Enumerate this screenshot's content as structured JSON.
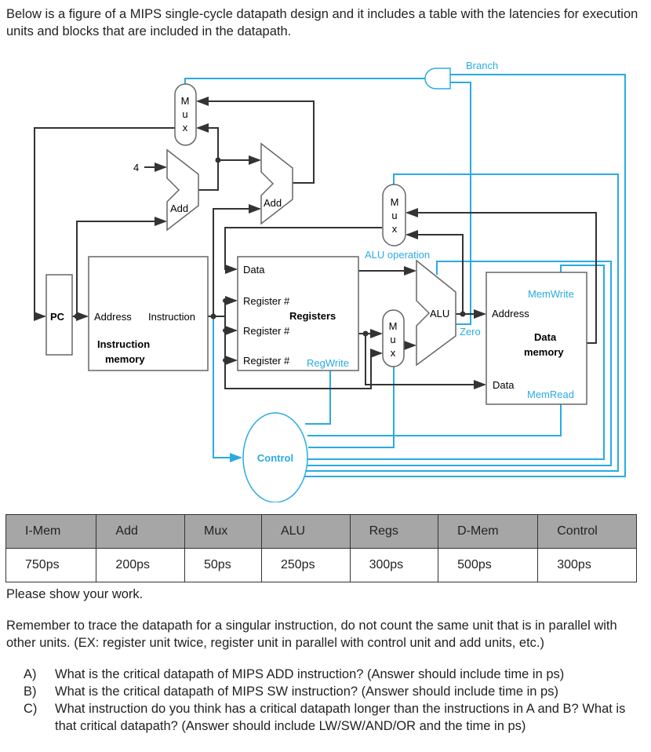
{
  "intro": "Below is a figure of a MIPS single-cycle datapath design and it includes a table with the latencies for execution units and blocks that are included in the datapath.",
  "diagram": {
    "mux": [
      "M",
      "u",
      "x"
    ],
    "four": "4",
    "add": "Add",
    "pc": "PC",
    "address": "Address",
    "instruction": "Instruction",
    "imem1": "Instruction",
    "imem2": "memory",
    "data": "Data",
    "register": "Register #",
    "registers": "Registers",
    "regwrite": "RegWrite",
    "alu_op": "ALU operation",
    "alu": "ALU",
    "zero": "Zero",
    "memwrite": "MemWrite",
    "dmem1": "Data",
    "dmem2": "memory",
    "memread": "MemRead",
    "branch": "Branch",
    "control": "Control",
    "colors": {
      "control_lines": "#29abe2",
      "data_lines": "#333333"
    }
  },
  "table": {
    "headers": [
      "I-Mem",
      "Add",
      "Mux",
      "ALU",
      "Regs",
      "D-Mem",
      "Control"
    ],
    "values": [
      "750ps",
      "200ps",
      "50ps",
      "250ps",
      "300ps",
      "500ps",
      "300ps"
    ],
    "header_bg": "#a6a6a6"
  },
  "show_work": "Please show your work.",
  "reminder": "Remember to trace the datapath for a singular instruction, do not count the same unit that is in parallel with other units. (EX: register unit twice, register unit in parallel with control unit and add units, etc.)",
  "questions": [
    {
      "label": "A)",
      "text": "What is the critical datapath of MIPS ADD instruction? (Answer should include time in ps)"
    },
    {
      "label": "B)",
      "text": "What is the critical datapath of MIPS SW instruction? (Answer should include time in ps)"
    },
    {
      "label": "C)",
      "text": "What instruction do you think has a critical datapath longer than the instructions in A and B? What is that critical datapath? (Answer should include LW/SW/AND/OR and the time in ps)"
    }
  ]
}
